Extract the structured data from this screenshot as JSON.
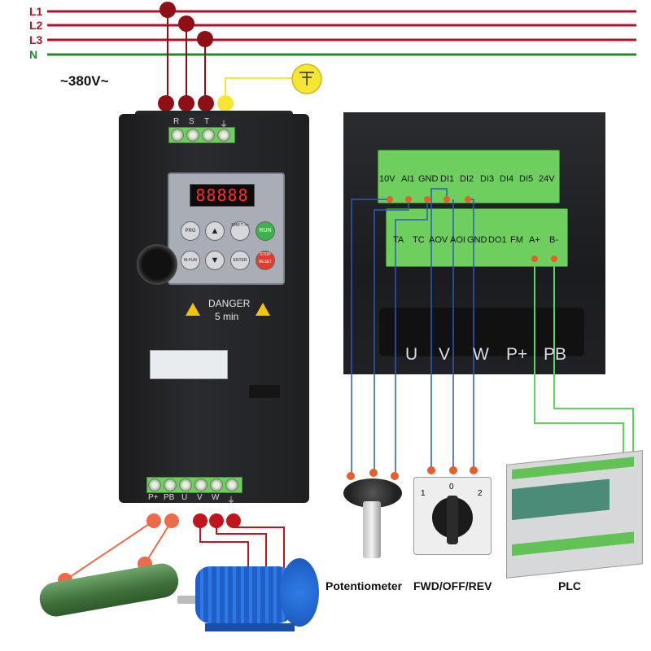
{
  "supply": {
    "lines": [
      {
        "label": "L1",
        "color": "#b0122a"
      },
      {
        "label": "L2",
        "color": "#b0122a"
      },
      {
        "label": "L3",
        "color": "#b0122a"
      },
      {
        "label": "N",
        "color": "#1f8a2e"
      }
    ],
    "voltage": "~380V~"
  },
  "inverter": {
    "input_terminals": [
      "R",
      "S",
      "T",
      "⏚"
    ],
    "display_text": "88888",
    "keys": {
      "prg": "PRG",
      "up": "▲",
      "shift": "SHIFT >>",
      "run": "RUN",
      "mfun": "M-FUN",
      "down": "▼",
      "enter": "ENTER",
      "stop": "STOP RESET"
    },
    "warning_title": "DANGER",
    "warning_time": "5 min",
    "output_terminals": [
      "P+",
      "PB",
      "U",
      "V",
      "W",
      "⏚"
    ]
  },
  "control_terminals": {
    "top_row": [
      "10V",
      "AI1",
      "GND",
      "DI1",
      "DI2",
      "DI3",
      "DI4",
      "DI5",
      "24V"
    ],
    "bottom_row": [
      "TA",
      "TC",
      "AOV",
      "AOI",
      "GND",
      "DO1",
      "FM",
      "A+",
      "B-"
    ],
    "power_row": [
      "U",
      "V",
      "W",
      "P+",
      "PB"
    ]
  },
  "devices": {
    "potentiometer": "Potentiometer",
    "selector": "FWD/OFF/REV",
    "selector_positions": [
      "1",
      "0",
      "2"
    ],
    "plc": "PLC"
  },
  "colors": {
    "phase_wire": "#8e0f14",
    "ground_wire": "#f5e633",
    "signal_wire": "#2d5bb5",
    "comm_wire": "#5fd35f",
    "terminal_green": "#6fcf5e"
  }
}
